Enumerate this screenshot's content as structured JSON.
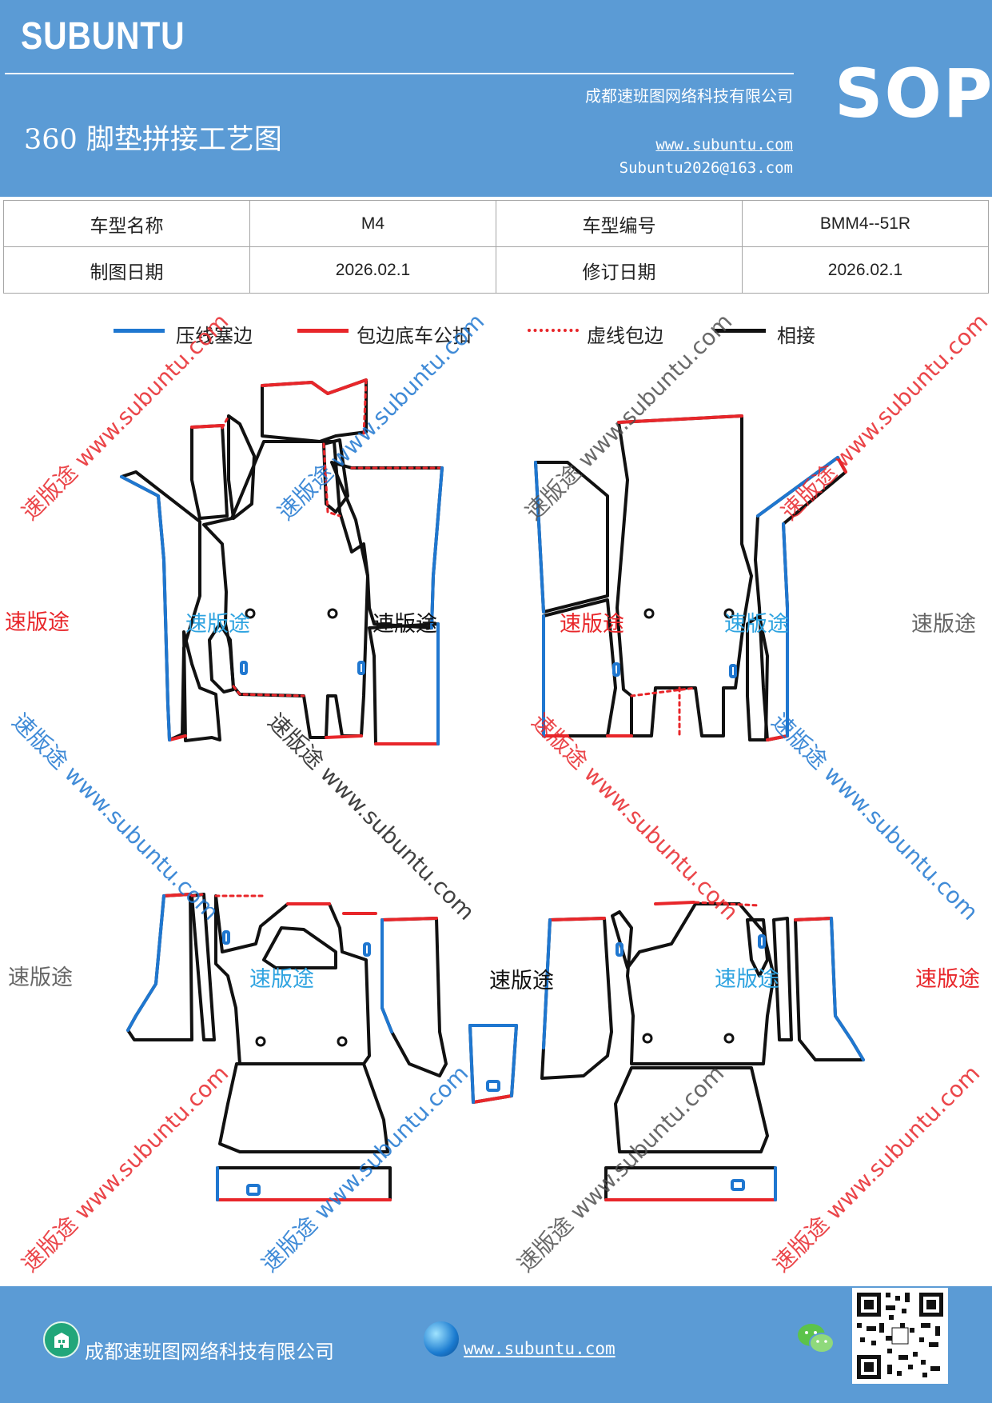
{
  "header": {
    "brand": "SUBUNTU",
    "badge": "SOP",
    "company": "成都速班图网络科技有限公司",
    "title": "360 脚垫拼接工艺图",
    "website": "www.subuntu.com",
    "email": "Subuntu2026@163.com"
  },
  "info_table": {
    "model_name_label": "车型名称",
    "model_name_value": "M4",
    "model_code_label": "车型编号",
    "model_code_value": "BMM4--51R",
    "drawing_date_label": "制图日期",
    "drawing_date_value": "2026.02.1",
    "revision_date_label": "修订日期",
    "revision_date_value": "2026.02.1"
  },
  "legend": [
    {
      "label": "压线塞边",
      "color": "#1f77d0",
      "style": "solid"
    },
    {
      "label": "包边底车公扣",
      "color": "#e8262a",
      "style": "solid"
    },
    {
      "label": "虚线包边",
      "color": "#e8262a",
      "style": "dotted"
    },
    {
      "label": "相接",
      "color": "#111111",
      "style": "solid"
    }
  ],
  "watermark": {
    "diagonal_text": "速版途 www.subuntu.com",
    "flat_text": "速版途"
  },
  "colors": {
    "header_bg": "#5b9bd5",
    "blue_edge": "#1f77d0",
    "red_edge": "#e8262a",
    "outline": "#111111"
  },
  "footer": {
    "company": "成都速班图网络科技有限公司",
    "website": "www.subuntu.com",
    "company_icon": "building-icon",
    "website_icon": "globe-icon",
    "wechat_icon": "wechat-icon"
  }
}
